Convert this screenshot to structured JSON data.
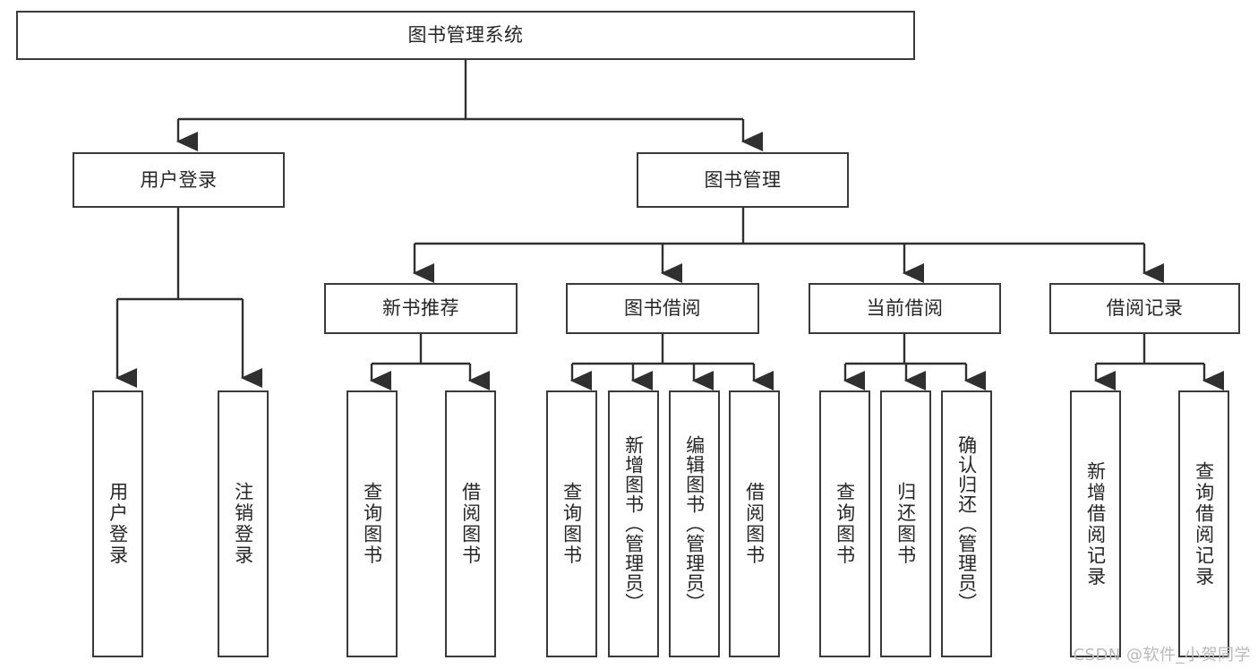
{
  "diagram": {
    "title": "图书管理系统",
    "root": {
      "id": "root",
      "label": "图书管理系统"
    },
    "level2": [
      {
        "id": "user-login",
        "label": "用户登录"
      },
      {
        "id": "book-manage",
        "label": "图书管理"
      }
    ],
    "level3": [
      {
        "id": "new-book-rec",
        "label": "新书推荐",
        "parent": "book-manage"
      },
      {
        "id": "book-borrow",
        "label": "图书借阅",
        "parent": "book-manage"
      },
      {
        "id": "current-borrow",
        "label": "当前借阅",
        "parent": "book-manage"
      },
      {
        "id": "borrow-record",
        "label": "借阅记录",
        "parent": "book-manage"
      }
    ],
    "leaves": [
      {
        "id": "leaf-user-login",
        "label": "用户登录",
        "parent": "user-login"
      },
      {
        "id": "leaf-user-logout",
        "label": "注销登录",
        "parent": "user-login"
      },
      {
        "id": "leaf-query-book-1",
        "label": "查询图书",
        "parent": "new-book-rec"
      },
      {
        "id": "leaf-borrow-book-1",
        "label": "借阅图书",
        "parent": "new-book-rec"
      },
      {
        "id": "leaf-query-book-2",
        "label": "查询图书",
        "parent": "book-borrow"
      },
      {
        "id": "leaf-add-book",
        "label": "新增图书（管理员）",
        "parent": "book-borrow"
      },
      {
        "id": "leaf-edit-book",
        "label": "编辑图书（管理员）",
        "parent": "book-borrow"
      },
      {
        "id": "leaf-borrow-book-2",
        "label": "借阅图书",
        "parent": "book-borrow"
      },
      {
        "id": "leaf-query-book-3",
        "label": "查询图书",
        "parent": "current-borrow"
      },
      {
        "id": "leaf-return-book",
        "label": "归还图书",
        "parent": "current-borrow"
      },
      {
        "id": "leaf-confirm-return",
        "label": "确认归还（管理员）",
        "parent": "current-borrow"
      },
      {
        "id": "leaf-add-record",
        "label": "新增借阅记录",
        "parent": "borrow-record"
      },
      {
        "id": "leaf-query-record",
        "label": "查询借阅记录",
        "parent": "borrow-record"
      }
    ]
  },
  "watermark": {
    "text": "CSDN @软件_小贺同学"
  },
  "colors": {
    "border": "#3a3a3a",
    "connector": "#303030",
    "text": "#262626",
    "background": "#ffffff",
    "watermark": "#b9b9b9"
  }
}
